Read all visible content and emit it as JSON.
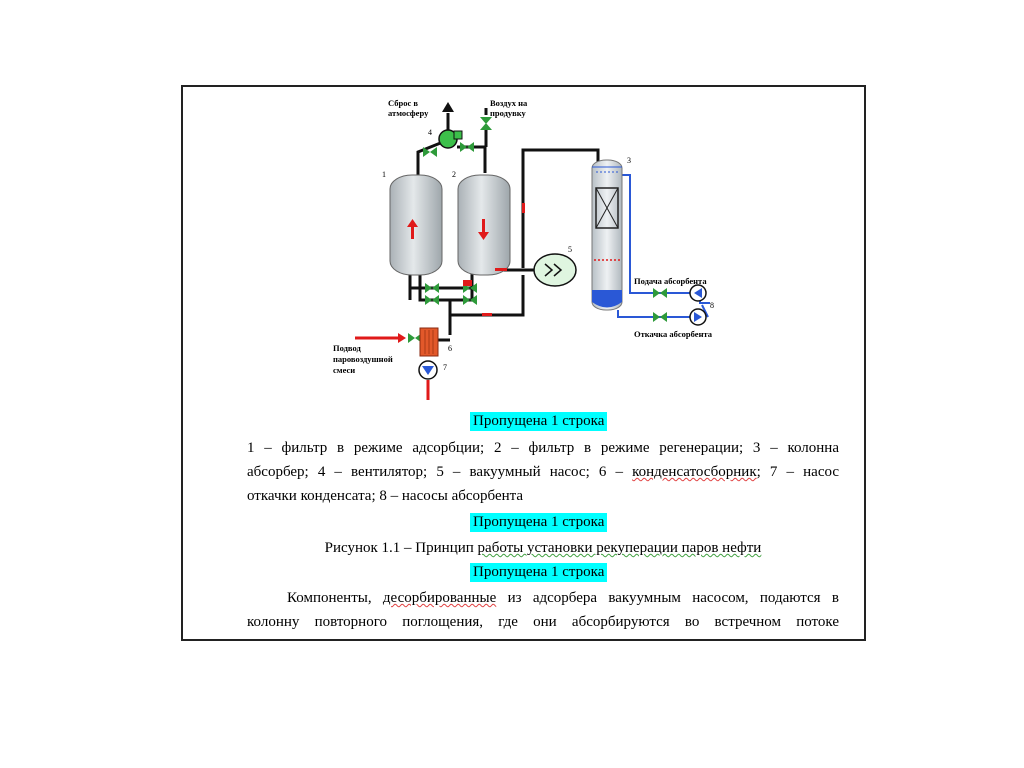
{
  "diagram": {
    "labels": {
      "exhaust": "Сброс в атмосферу",
      "exhaust_1": "Сброс в",
      "exhaust_2": "атмосферу",
      "air": "Воздух на продувку",
      "air_1": "Воздух на",
      "air_2": "продувку",
      "supply_absorbent": "Подача абсорбента",
      "drain_absorbent": "Откачка абсорбента",
      "inlet": "Подвод паровоздушной смеси",
      "inlet_1": "Подвод",
      "inlet_2": "паровоздушной",
      "inlet_3": "смеси"
    },
    "numbers": [
      "1",
      "2",
      "3",
      "4",
      "5",
      "6",
      "7",
      "8"
    ]
  },
  "text": {
    "skipped_line": "Пропущена 1 строка",
    "legend_line1": "1 – фильтр в режиме адсорбции; 2 – фильтр в режиме регенерации; 3 – колонна",
    "legend_line2a": "абсорбер; 4 – вентилятор; 5 – вакуумный насос; 6 – ",
    "legend_line2b": "конденсатосборник",
    "legend_line2c": "; 7 – насос",
    "legend_line3": "откачки конденсата; 8 – насосы абсорбента",
    "caption_a": "Рисунок 1.1 – Принцип ",
    "caption_b": "работы установки рекуперации паров нефти",
    "body_line1a": "Компоненты, ",
    "body_line1b": "десорбированные",
    "body_line1c": " из адсорбера вакуумным насосом, подаются в",
    "body_line2": "колонну повторного поглощения, где они абсорбируются во встречном потоке"
  },
  "colors": {
    "pipe": "#111111",
    "valve": "#2e9a3a",
    "arrow_red": "#e01a1a",
    "absorbent_blue": "#2a58d6",
    "highlight": "#00ffff",
    "tank_fill": "#c9cfd3",
    "fan_green": "#3cc04a",
    "pump5_fill": "#dff5e0",
    "collector_fill": "#e2582a"
  }
}
